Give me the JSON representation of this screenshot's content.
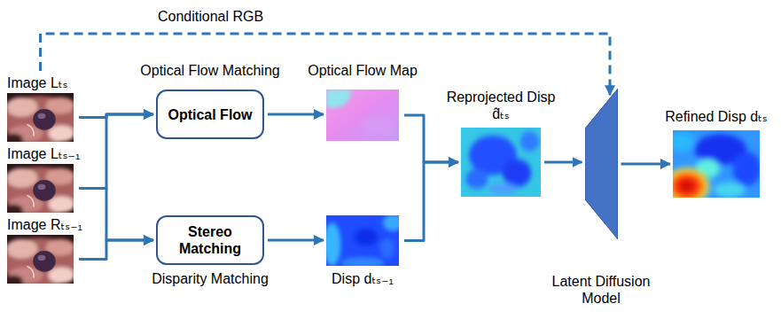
{
  "diagram": {
    "nodes": [
      {
        "text": [
          "Image Lₜₛ"
        ]
      },
      {
        "text": [
          "Image Lₜₛ₋₁"
        ]
      },
      {
        "text": [
          "Image Rₜₛ₋₁"
        ]
      },
      {
        "text": [
          "Optical Flow Matching",
          "Optical Flow"
        ]
      },
      {
        "text": [
          "Stereo Matching",
          "Disparity Matching"
        ]
      },
      {
        "text": [
          "Optical Flow Map"
        ]
      },
      {
        "text": [
          "Disp dₜₛ₋₁"
        ]
      },
      {
        "text": [
          "Reprojected Disp d̂ₜₛ"
        ]
      },
      {
        "text": [
          "Latent Diffusion Model"
        ]
      },
      {
        "text": [
          "Refined Disp dₜₛ"
        ]
      }
    ],
    "edges": [
      {
        "from": 0,
        "to": 3,
        "arrow": "to"
      },
      {
        "from": 1,
        "to": 3,
        "arrow": "to"
      },
      {
        "from": 1,
        "to": 4,
        "arrow": "to"
      },
      {
        "from": 2,
        "to": 4,
        "arrow": "to"
      },
      {
        "from": 3,
        "to": 5,
        "arrow": "to"
      },
      {
        "from": 4,
        "to": 6,
        "arrow": "to"
      },
      {
        "from": 5,
        "to": 7,
        "arrow": "to"
      },
      {
        "from": 6,
        "to": 7,
        "arrow": "to"
      },
      {
        "from": 7,
        "to": 8,
        "arrow": "to"
      },
      {
        "from": 8,
        "to": 9,
        "arrow": "to"
      },
      {
        "from": 0,
        "to": 8,
        "label": "Conditional RGB",
        "arrow": "to"
      }
    ]
  }
}
